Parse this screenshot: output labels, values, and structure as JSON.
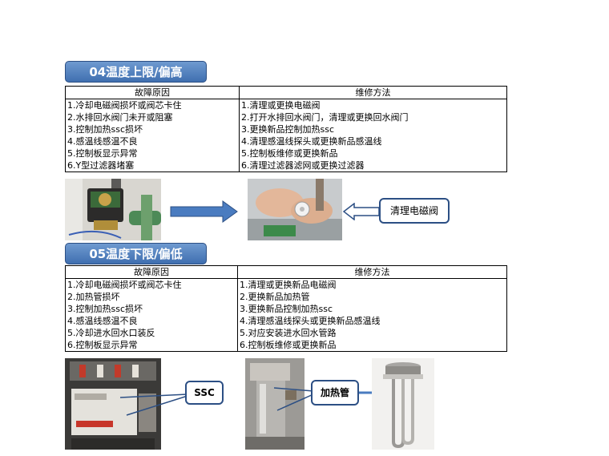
{
  "section1": {
    "title": "04温度上限/偏高",
    "headers": [
      "故障原因",
      "维修方法"
    ],
    "causes": [
      "1.冷却电磁阀损坏或阀芯卡住",
      "2.水排回水阀门未开或阻塞",
      "3.控制加热ssc损坏",
      "4.感温线感温不良",
      "5.控制板显示异常",
      "6.Y型过滤器堵塞"
    ],
    "fixes": [
      "1.清理或更换电磁阀",
      "2.打开水排回水阀门，清理或更换回水阀门",
      "3.更换新品控制加热ssc",
      "4.清理感温线探头或更换新品感温线",
      "5.控制板维修或更换新品",
      "6.清理过滤器滤网或更换过滤器"
    ],
    "callout": "清理电磁阀"
  },
  "section2": {
    "title": "05温度下限/偏低",
    "headers": [
      "故障原因",
      "维修方法"
    ],
    "causes": [
      "1.冷却电磁阀损坏或阀芯卡住",
      "2.加热管损坏",
      "3.控制加热ssc损坏",
      "4.感温线感温不良",
      "5.冷却进水回水口装反",
      "6.控制板显示异常"
    ],
    "fixes": [
      "1.清理或更换新品电磁阀",
      "2.更换新品加热管",
      "3.更换新品控制加热ssc",
      "4.清理感温线探头或更换新品感温线",
      "5.对应安装进水回水管路",
      "6.控制板维修或更换新品"
    ],
    "callout_ssc": "SSC",
    "callout_heater": "加热管"
  },
  "colors": {
    "badge": "#4a7cc0",
    "arrow": "#4a7cc0",
    "callout_border": "#2c4f84"
  }
}
